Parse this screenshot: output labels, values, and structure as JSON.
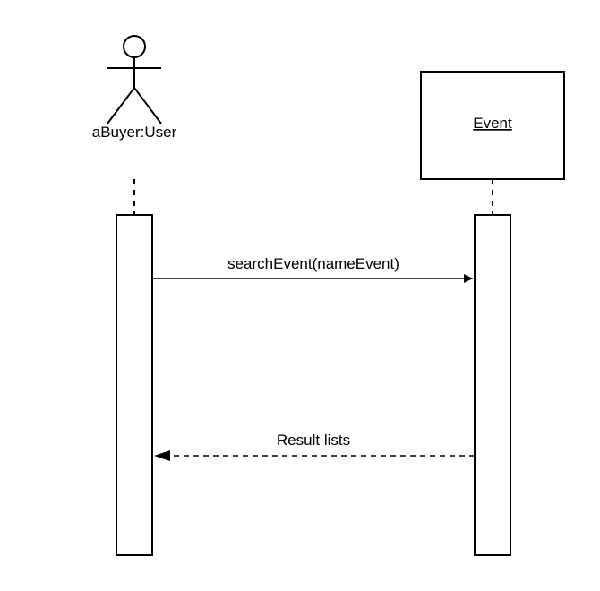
{
  "diagram": {
    "type": "sequence",
    "participants": [
      {
        "id": "buyer",
        "kind": "actor",
        "label": "aBuyer:User"
      },
      {
        "id": "event",
        "kind": "object",
        "label": "Event"
      }
    ],
    "messages": [
      {
        "from": "buyer",
        "to": "event",
        "label": "searchEvent(nameEvent)",
        "style": "solid"
      },
      {
        "from": "event",
        "to": "buyer",
        "label": "Result lists",
        "style": "dashed"
      }
    ]
  }
}
